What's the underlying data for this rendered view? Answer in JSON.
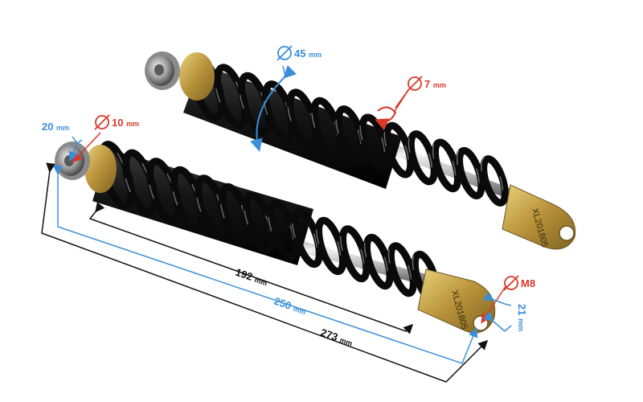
{
  "colors": {
    "blue": "#3b8fd9",
    "red": "#d9382b",
    "black": "#111111"
  },
  "dimensions": {
    "spring_diameter": {
      "value": "45",
      "unit": "mm"
    },
    "spring_wire": {
      "value": "7",
      "unit": "mm"
    },
    "eye_bore": {
      "value": "10",
      "unit": "mm"
    },
    "eye_width": {
      "value": "20",
      "unit": "mm"
    },
    "bolt_thread": {
      "value": "M8"
    },
    "bracket_width": {
      "value": "21",
      "unit": "mm"
    },
    "spring_length": {
      "value": "192",
      "unit": "mm"
    },
    "center_length": {
      "value": "250",
      "unit": "mm"
    },
    "overall_length": {
      "value": "273",
      "unit": "mm"
    }
  },
  "product": {
    "bracket_marking": "XL201805"
  },
  "icons": [
    "diameter-icon"
  ]
}
